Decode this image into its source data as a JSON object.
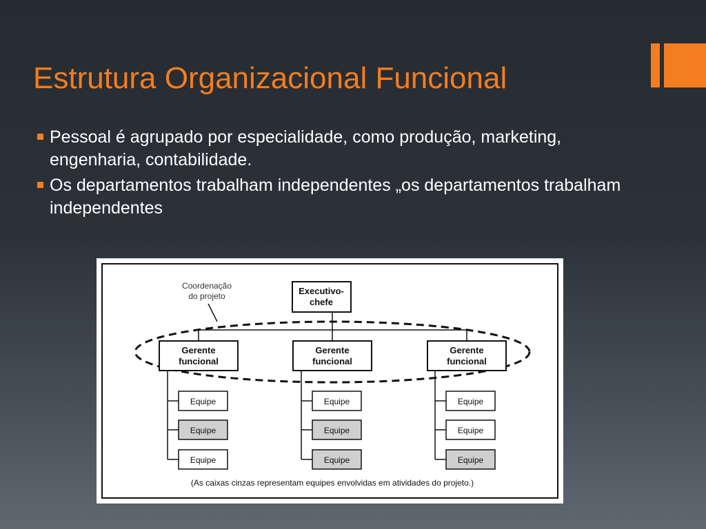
{
  "slide": {
    "title": "Estrutura Organizacional Funcional",
    "bullets": [
      "Pessoal é agrupado por especialidade, como produção, marketing, engenharia, contabilidade.",
      "Os departamentos trabalham independentes „os departamentos trabalham independentes"
    ]
  },
  "diagram": {
    "coordination_label_line1": "Coordenação",
    "coordination_label_line2": "do projeto",
    "executive_line1": "Executivo-",
    "executive_line2": "chefe",
    "managers": [
      {
        "line1": "Gerente",
        "line2": "funcional"
      },
      {
        "line1": "Gerente",
        "line2": "funcional"
      },
      {
        "line1": "Gerente",
        "line2": "funcional"
      }
    ],
    "teams": [
      [
        {
          "label": "Equipe",
          "shaded": false
        },
        {
          "label": "Equipe",
          "shaded": true
        },
        {
          "label": "Equipe",
          "shaded": false
        }
      ],
      [
        {
          "label": "Equipe",
          "shaded": false
        },
        {
          "label": "Equipe",
          "shaded": true
        },
        {
          "label": "Equipe",
          "shaded": true
        }
      ],
      [
        {
          "label": "Equipe",
          "shaded": false
        },
        {
          "label": "Equipe",
          "shaded": false
        },
        {
          "label": "Equipe",
          "shaded": true
        }
      ]
    ],
    "caption": "(As caixas cinzas representam equipes envolvidas em atividades do projeto.)"
  },
  "colors": {
    "accent": "#f47d20",
    "text": "#ffffff",
    "shaded_team": "#d0d0d0",
    "diagram_ink": "#111111"
  },
  "icons": {
    "bullet": "square-bullet-icon"
  }
}
